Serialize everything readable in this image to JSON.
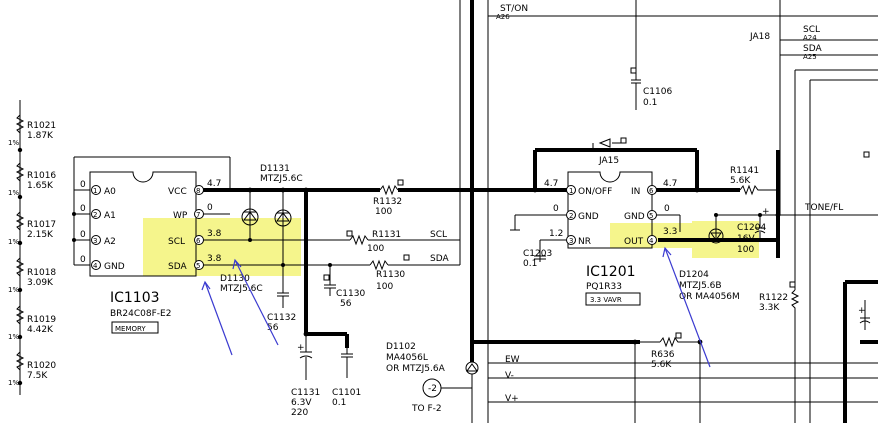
{
  "left_resistors": [
    {
      "ref": "R1021",
      "value": "1.87K",
      "tol": "1%"
    },
    {
      "ref": "R1016",
      "value": "1.65K",
      "tol": "1%"
    },
    {
      "ref": "R1017",
      "value": "2.15K",
      "tol": "1%"
    },
    {
      "ref": "R1018",
      "value": "3.09K",
      "tol": "1%"
    },
    {
      "ref": "R1019",
      "value": "4.42K",
      "tol": "1%"
    },
    {
      "ref": "R1020",
      "value": "7.5K",
      "tol": "1%"
    }
  ],
  "ic1103": {
    "ref": "IC1103",
    "part": "BR24C08F-E2",
    "tag": "MEMORY",
    "pins_left": [
      {
        "num": "1",
        "name": "A0",
        "v": "0"
      },
      {
        "num": "2",
        "name": "A1",
        "v": "0"
      },
      {
        "num": "3",
        "name": "A2",
        "v": "0"
      },
      {
        "num": "4",
        "name": "GND",
        "v": "0"
      }
    ],
    "pins_right": [
      {
        "num": "8",
        "name": "VCC",
        "v": "4.7"
      },
      {
        "num": "7",
        "name": "WP",
        "v": "0"
      },
      {
        "num": "6",
        "name": "SCL",
        "v": "3.8"
      },
      {
        "num": "5",
        "name": "SDA",
        "v": "3.8"
      }
    ]
  },
  "ic1201": {
    "ref": "IC1201",
    "part": "PQ1R33",
    "tag": "3.3 VAVR",
    "pins_left": [
      {
        "num": "1",
        "name": "ON/OFF",
        "v": "4.7"
      },
      {
        "num": "2",
        "name": "GND",
        "v": "0"
      },
      {
        "num": "3",
        "name": "NR",
        "v": "1.2"
      }
    ],
    "pins_right": [
      {
        "num": "6",
        "name": "IN",
        "v": "4.7"
      },
      {
        "num": "5",
        "name": "GND",
        "v": "0"
      },
      {
        "num": "4",
        "name": "OUT",
        "v": "3.3"
      }
    ]
  },
  "parts": {
    "d1131_ref": "D1131",
    "d1131_val": "MTZJ5.6C",
    "d1130_ref": "D1130",
    "d1130_val": "MTZJ5.6C",
    "c1132_ref": "C1132",
    "c1132_val": "56",
    "c1130_ref": "C1130",
    "c1130_val": "56",
    "r1132_ref": "R1132",
    "r1132_val": "100",
    "r1131_ref": "R1131",
    "r1131_val": "100",
    "r1130_ref": "R1130",
    "r1130_val": "100",
    "c1131_ref": "C1131",
    "c1131_v1": "6.3V",
    "c1131_v2": "220",
    "c1101_ref": "C1101",
    "c1101_val": "0.1",
    "d1102_ref": "D1102",
    "d1102_v1": "MA4056L",
    "d1102_v2": "OR MTZJ5.6A",
    "to_f2": "TO F-2",
    "f2_pin": "-2",
    "c1106_ref": "C1106",
    "c1106_val": "0.1",
    "ja15": "JA15",
    "ja18": "JA18",
    "r1141_ref": "R1141",
    "r1141_val": "5.6K",
    "c1203_ref": "C1203",
    "c1203_val": "0.1",
    "c1204_ref": "C1204",
    "c1204_v1": "16V",
    "c1204_v2": "100",
    "d1204_ref": "D1204",
    "d1204_v1": "MTZJ5.6B",
    "d1204_v2": "OR MA4056M",
    "r1122_ref": "R1122",
    "r1122_val": "3.3K",
    "r636_ref": "R636",
    "r636_val": "5.6K"
  },
  "nets": {
    "scl": "SCL",
    "sda": "SDA",
    "st_on": "ST/ON",
    "st_on_sub": "A26",
    "scl_r": "SCL",
    "scl_r_sub": "A24",
    "sda_r": "SDA",
    "sda_r_sub": "A25",
    "tone_fl": "TONE/FL",
    "ew": "EW",
    "vminus": "V-",
    "vplus": "V+",
    "plus": "+"
  },
  "voltages": {
    "n47": "4.7",
    "n0": "0",
    "n12": "1.2",
    "n33": "3.3",
    "n47b": "4.7",
    "n0b": "0"
  }
}
